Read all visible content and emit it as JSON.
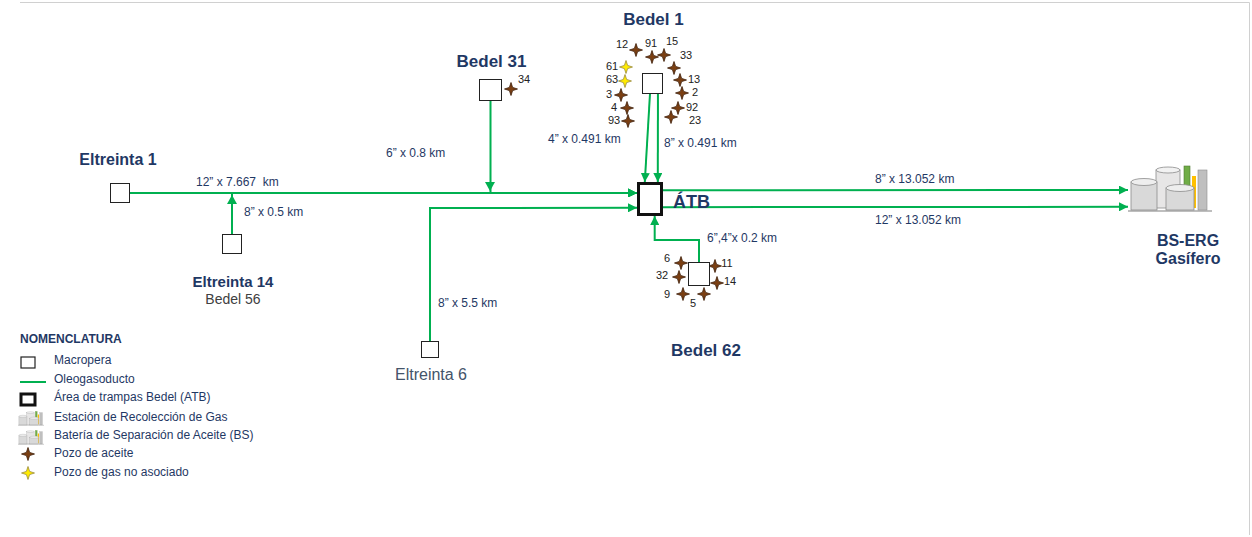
{
  "diagram": {
    "nodes": [
      {
        "text": [
          "Bedel 1"
        ]
      },
      {
        "text": [
          "Bedel 31"
        ]
      },
      {
        "text": [
          "Eltreinta 1"
        ]
      },
      {
        "text": [
          "ÁTB"
        ]
      },
      {
        "text": [
          "BS-ERG Gasífero"
        ]
      },
      {
        "text": [
          "Eltreinta 14",
          "Bedel 56"
        ]
      },
      {
        "text": [
          "Eltreinta 6"
        ]
      },
      {
        "text": [
          "Bedel 62"
        ]
      }
    ],
    "edges": [
      {
        "from": 2,
        "to": 3,
        "arrow": "to",
        "label": "12” x 7.667  km"
      },
      {
        "from": 5,
        "to": 3,
        "arrow": "to",
        "label": "8” x 0.5 km"
      },
      {
        "from": 1,
        "to": 3,
        "arrow": "to",
        "label": "6” x 0.8 km"
      },
      {
        "from": 0,
        "to": 3,
        "arrow": "to",
        "label": "4” x 0.491 km"
      },
      {
        "from": 0,
        "to": 3,
        "arrow": "to",
        "label": "8” x 0.491 km"
      },
      {
        "from": 6,
        "to": 3,
        "arrow": "to",
        "label": "8” x 5.5 km"
      },
      {
        "from": 7,
        "to": 3,
        "arrow": "to",
        "label": "6”,4”x 0.2 km"
      },
      {
        "from": 3,
        "to": 4,
        "arrow": "to",
        "label": "8” x 13.052 km"
      },
      {
        "from": 3,
        "to": 4,
        "arrow": "to",
        "label": "12” x 13.052 km"
      }
    ],
    "labels": [
      "12",
      "91",
      "15",
      "61",
      "33",
      "34",
      "63",
      "13",
      "3",
      "2",
      "4",
      "92",
      "93",
      "23",
      "6",
      "11",
      "32",
      "14",
      "9",
      "5",
      "NOMENCLATURA"
    ],
    "legend": [
      {
        "text": "Macropera"
      },
      {
        "text": "Oleogasoducto"
      },
      {
        "text": "Área de trampas Bedel (ATB)"
      },
      {
        "text": "Estación de Recolección de Gas"
      },
      {
        "text": "Batería de Separación de Aceite (BS)"
      },
      {
        "text": "Pozo de aceite"
      },
      {
        "text": "Pozo de gas no asociado"
      }
    ]
  }
}
